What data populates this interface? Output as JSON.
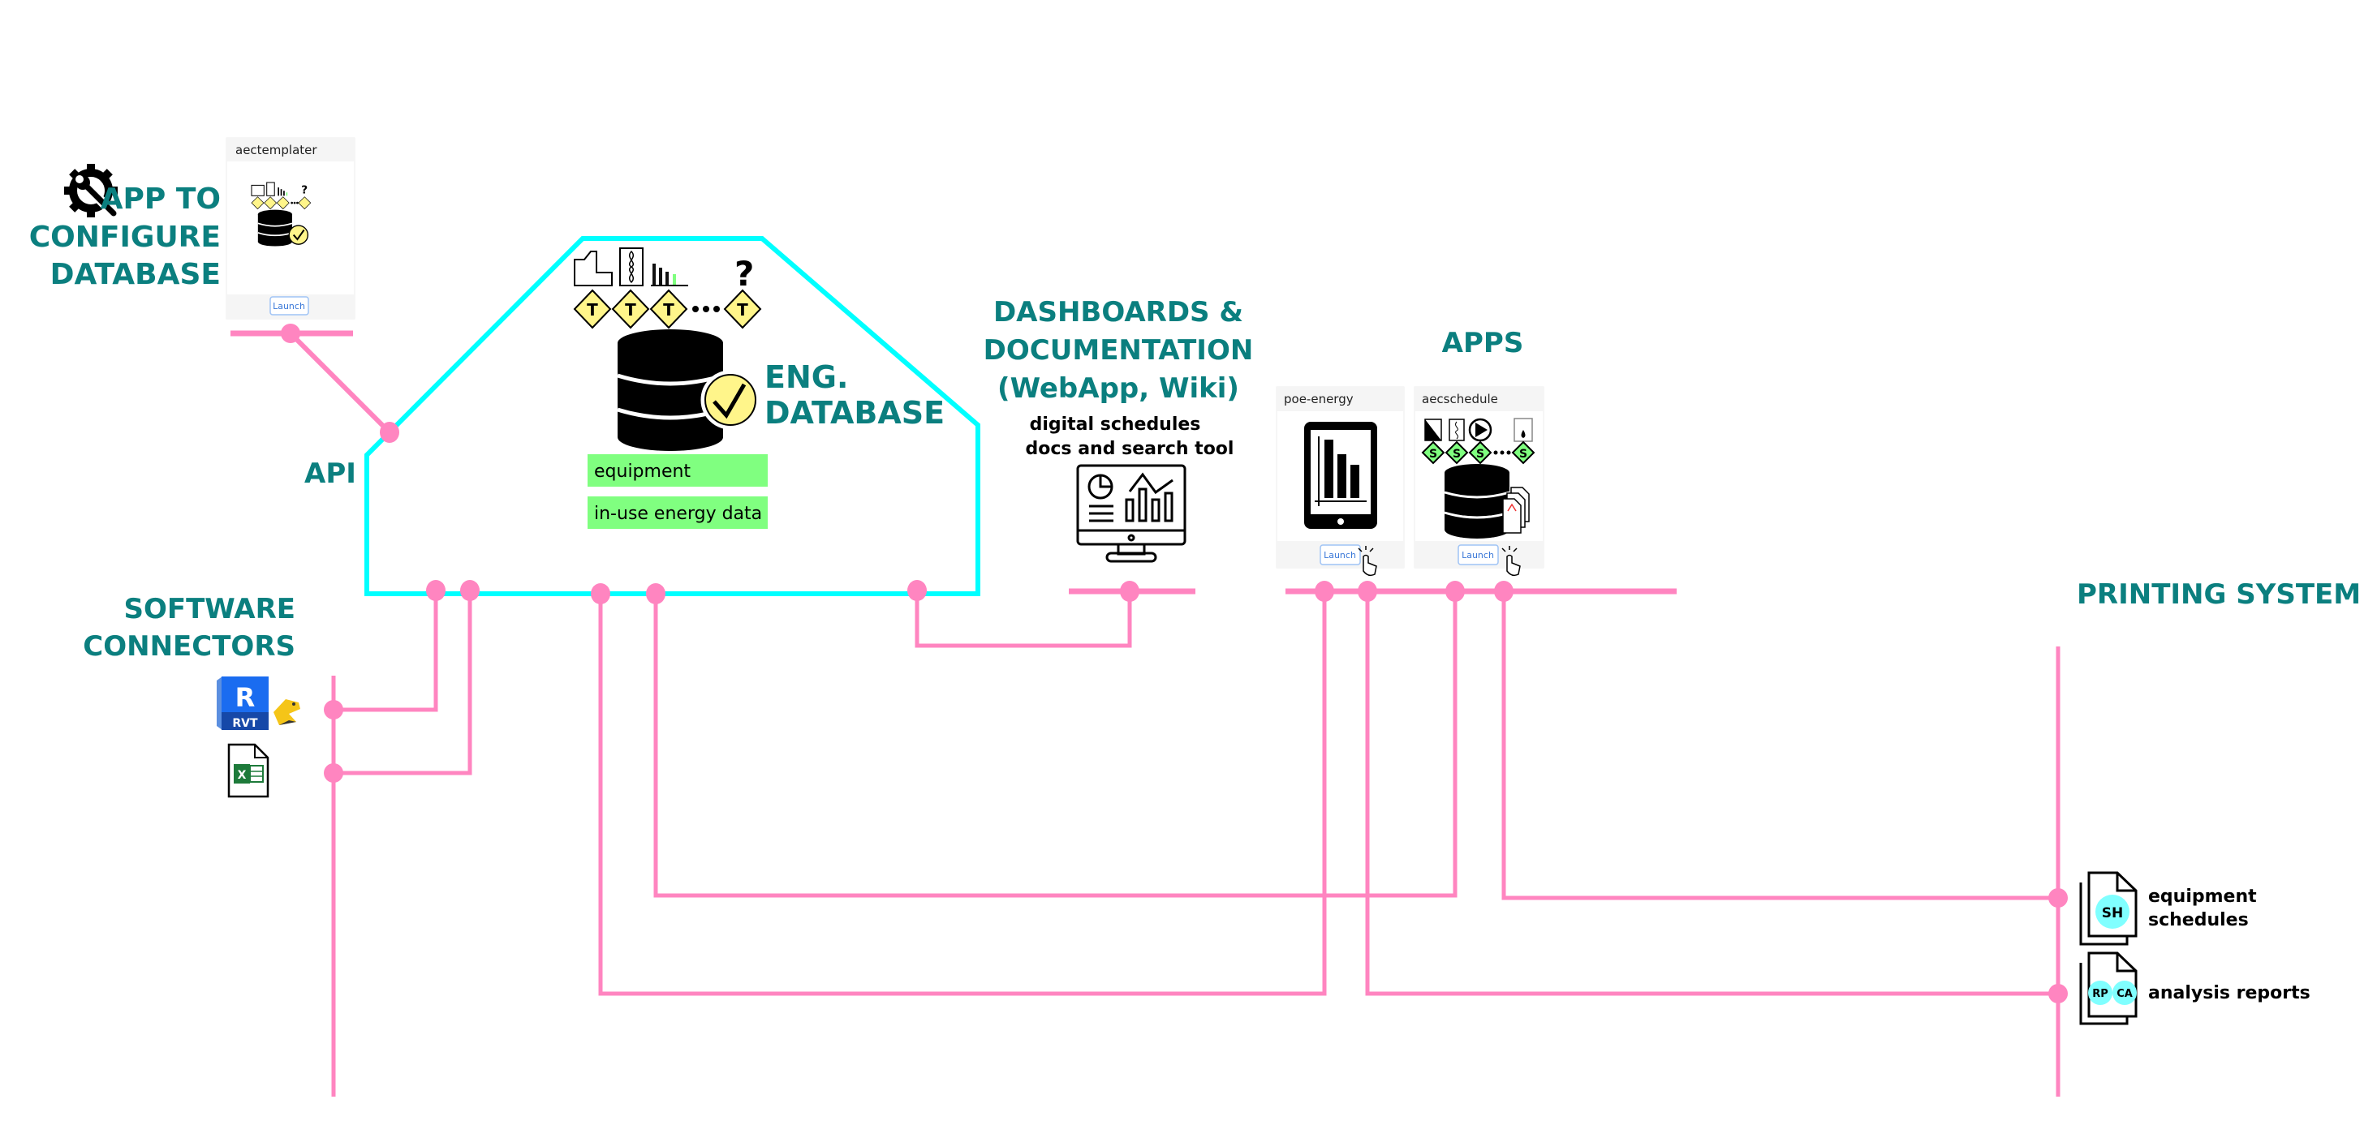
{
  "colors": {
    "heading": "#0b7f7f",
    "connector_line": "#ff85c0",
    "database_boundary": "#00ffff",
    "table_tag": "#fff58a",
    "schedule_tag": "#7fff7f",
    "data_box": "#80ff80",
    "output_badge": "#80ffff"
  },
  "config_app": {
    "heading_lines": [
      "APP TO",
      "CONFIGURE",
      "DATABASE"
    ],
    "icon": "gear-wrench-icon",
    "card": {
      "title": "aectemplater",
      "button_label": "Launch",
      "thumbnail": "database-templates-icon"
    }
  },
  "api": {
    "label": "API"
  },
  "database": {
    "heading_lines": [
      "ENG.",
      "DATABASE"
    ],
    "tag_letter": "T",
    "tag_more": "?",
    "icons": [
      "floor-plan-icon",
      "fan-icon",
      "bar-chart-icon",
      "question-icon"
    ],
    "boxes": [
      "equipment",
      "in-use energy data"
    ]
  },
  "software_connectors": {
    "heading_lines": [
      "SOFTWARE",
      "CONNECTORS"
    ],
    "items": [
      {
        "name": "revit",
        "icon": "revit-rvt-icon",
        "badge": "R",
        "sublabel": "RVT",
        "extra_icon": "python-snake-icon"
      },
      {
        "name": "excel",
        "icon": "excel-file-icon",
        "badge": "X"
      }
    ]
  },
  "dashboards": {
    "heading_lines": [
      "DASHBOARDS &",
      "DOCUMENTATION",
      "(WebApp, Wiki)"
    ],
    "sub_lines": [
      "digital schedules",
      "docs and search tool"
    ],
    "icon": "dashboard-monitor-icon"
  },
  "apps": {
    "heading": "APPS",
    "cards": [
      {
        "title": "poe-energy",
        "button_label": "Launch",
        "thumbnail": "tablet-chart-icon"
      },
      {
        "title": "aecschedule",
        "button_label": "Launch",
        "thumbnail": "database-schedules-icon",
        "tag_letter": "S"
      }
    ]
  },
  "printing": {
    "heading": "PRINTING SYSTEM",
    "outputs": [
      {
        "badges": [
          "SH"
        ],
        "label_lines": [
          "equipment",
          "schedules"
        ]
      },
      {
        "badges": [
          "RP",
          "CA"
        ],
        "label_lines": [
          "analysis reports"
        ]
      }
    ]
  }
}
